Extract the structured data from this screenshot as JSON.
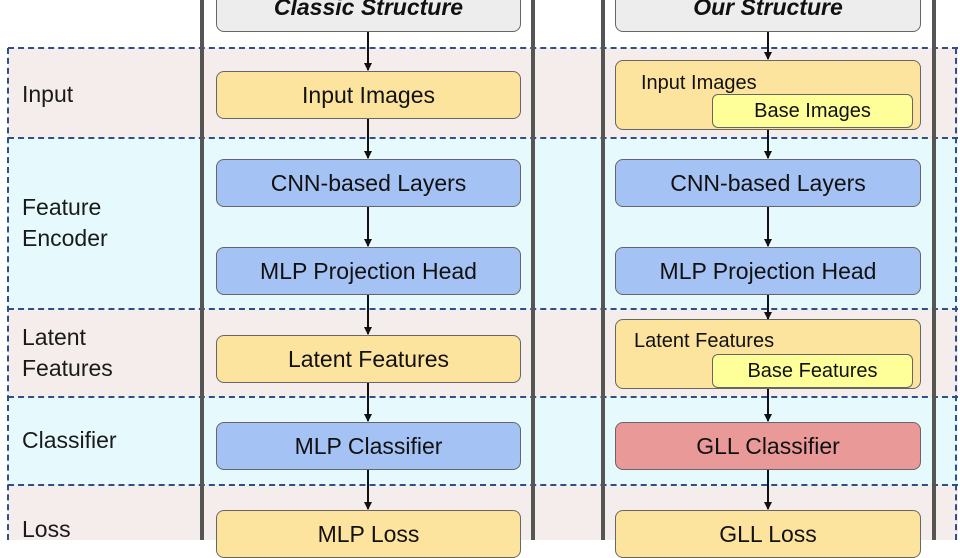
{
  "colors": {
    "band_pink": "#f5ecec",
    "band_cyan": "#e6fafd",
    "yellow": "#fde49e",
    "blue": "#a4c2f4",
    "red": "#ea9999",
    "inner_yellow": "#ffff99",
    "header_gray": "#ededed"
  },
  "rows": {
    "input": "Input",
    "feature_encoder_1": "Feature",
    "feature_encoder_2": "Encoder",
    "latent_1": "Latent",
    "latent_2": "Features",
    "classifier": "Classifier",
    "loss": "Loss"
  },
  "classic": {
    "header": "Classic Structure",
    "input": "Input Images",
    "cnn": "CNN-based Layers",
    "mlp_head": "MLP Projection Head",
    "latent": "Latent Features",
    "classifier": "MLP Classifier",
    "loss": "MLP Loss"
  },
  "ours": {
    "header": "Our Structure",
    "input": "Input Images",
    "input_inner": "Base Images",
    "cnn": "CNN-based Layers",
    "mlp_head": "MLP Projection Head",
    "latent": "Latent Features",
    "latent_inner": "Base Features",
    "classifier": "GLL Classifier",
    "loss": "GLL Loss"
  }
}
